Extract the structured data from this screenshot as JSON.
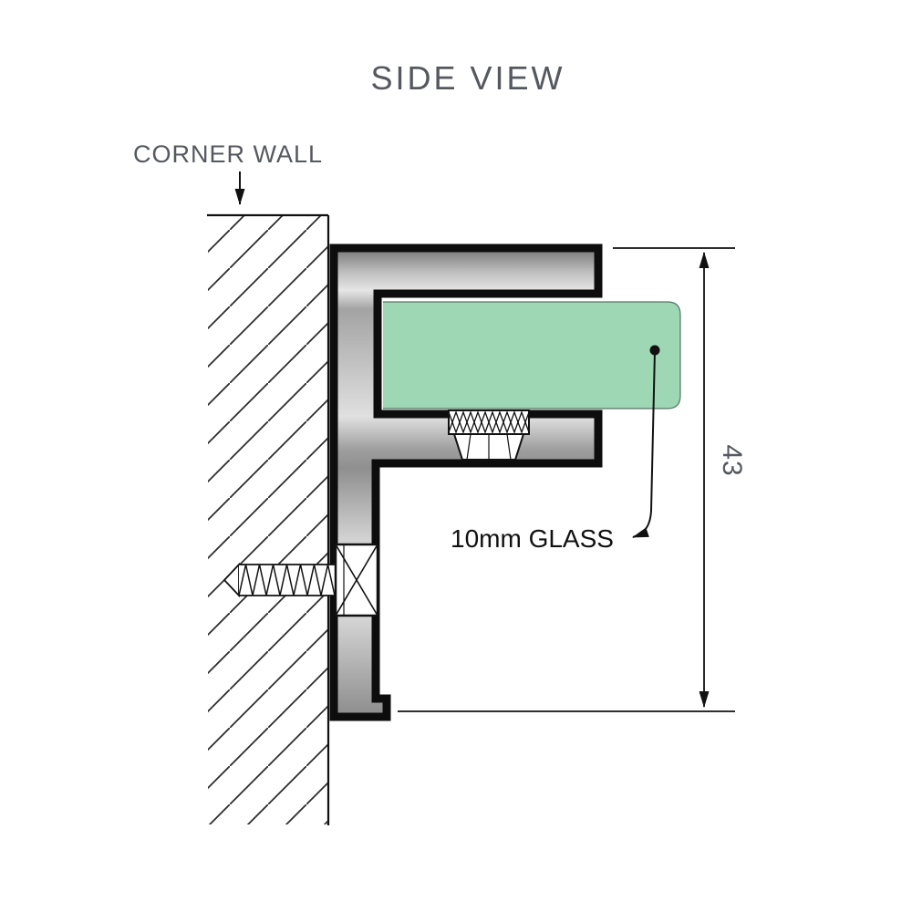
{
  "title": "SIDE VIEW",
  "labels": {
    "corner_wall": "CORNER WALL",
    "glass": "10mm GLASS",
    "dimension_height": "43"
  },
  "colors": {
    "text_gray": "#55585e",
    "label_black": "#111111",
    "line": "#111111",
    "glass_fill": "#9dd7b3",
    "glass_stroke": "#3e564a",
    "metal_outline": "#0d0d0d"
  }
}
